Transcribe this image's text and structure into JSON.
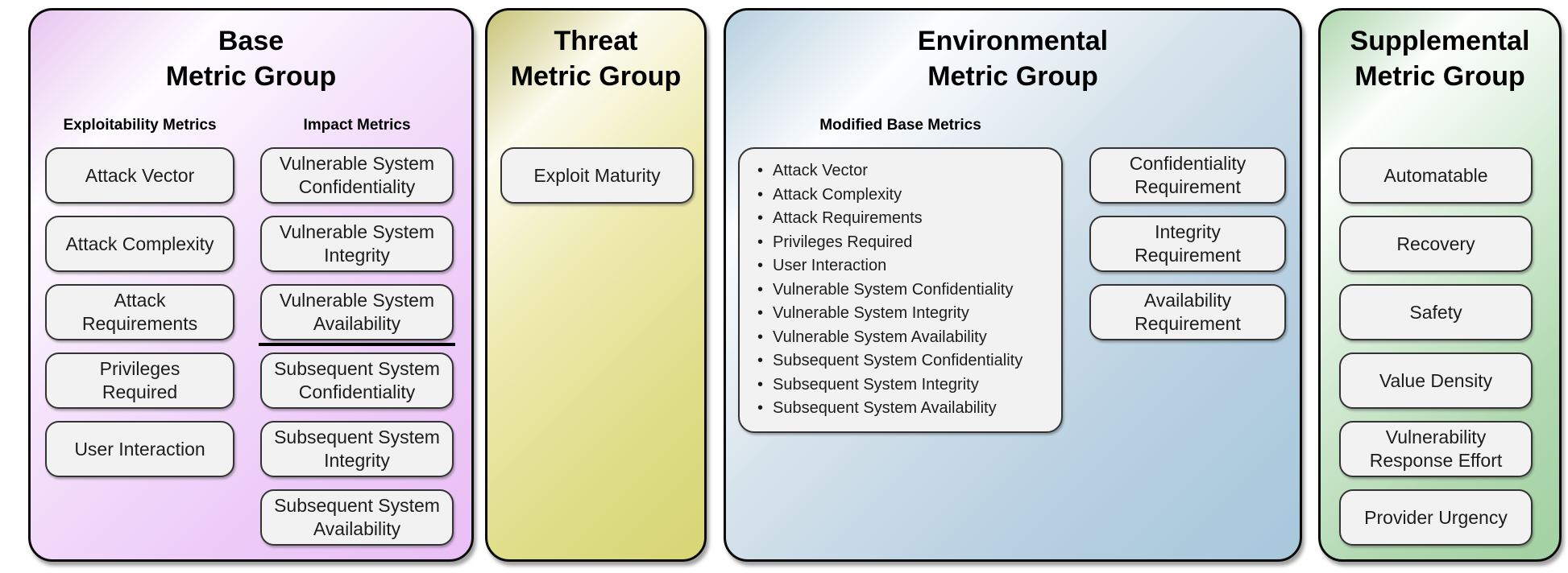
{
  "glyphs": {
    "bullet": "•"
  },
  "colors": {
    "base_panel_tint": "#eabef5",
    "threat_panel_tint": "#d7d574",
    "environmental_panel_tint": "#a8c7dc",
    "supplemental_panel_tint": "#a2d1a2",
    "box_fill": "#f2f2f2",
    "outline": "#000000"
  },
  "panels": {
    "base": {
      "title": "Base\nMetric Group",
      "exploitability": {
        "header": "Exploitability Metrics",
        "boxes": [
          "Attack Vector",
          "Attack Complexity",
          "Attack\nRequirements",
          "Privileges\nRequired",
          "User Interaction"
        ]
      },
      "impact": {
        "header": "Impact Metrics",
        "vulnerable_boxes": [
          "Vulnerable System\nConfidentiality",
          "Vulnerable System\nIntegrity",
          "Vulnerable System\nAvailability"
        ],
        "subsequent_boxes": [
          "Subsequent System\nConfidentiality",
          "Subsequent System\nIntegrity",
          "Subsequent System\nAvailability"
        ]
      }
    },
    "threat": {
      "title": "Threat\nMetric Group",
      "boxes": [
        "Exploit Maturity"
      ]
    },
    "environmental": {
      "title": "Environmental\nMetric Group",
      "modified": {
        "header": "Modified Base Metrics",
        "items": [
          "Attack Vector",
          "Attack Complexity",
          "Attack Requirements",
          "Privileges Required",
          "User Interaction",
          "Vulnerable System Confidentiality",
          "Vulnerable System Integrity",
          "Vulnerable System Availability",
          "Subsequent System Confidentiality",
          "Subsequent System Integrity",
          "Subsequent System Availability"
        ]
      },
      "requirement_boxes": [
        "Confidentiality\nRequirement",
        "Integrity\nRequirement",
        "Availability\nRequirement"
      ]
    },
    "supplemental": {
      "title": "Supplemental\nMetric Group",
      "boxes": [
        "Automatable",
        "Recovery",
        "Safety",
        "Value Density",
        "Vulnerability\nResponse Effort",
        "Provider Urgency"
      ]
    }
  }
}
